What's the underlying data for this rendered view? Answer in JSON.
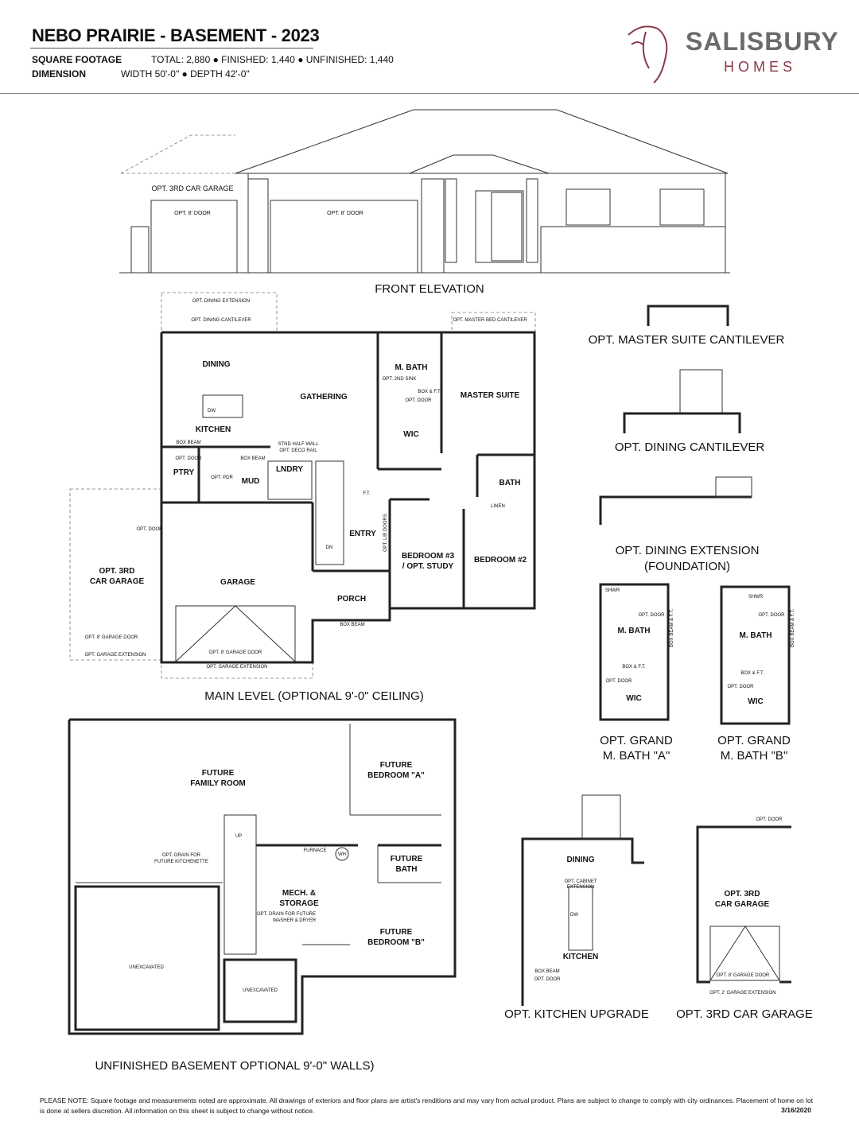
{
  "header": {
    "title": "NEBO PRAIRIE - BASEMENT - 2023",
    "square_footage_label": "SQUARE FOOTAGE",
    "square_footage_value": "TOTAL: 2,880 ● FINISHED: 1,440 ● UNFINISHED: 1,440",
    "dimension_label": "DIMENSION",
    "dimension_value": "WIDTH 50'-0\" ● DEPTH 42'-0\""
  },
  "logo": {
    "name": "SALISBURY",
    "sub": "HOMES",
    "brand_color": "#8a3a48"
  },
  "front_elevation": {
    "caption": "FRONT ELEVATION",
    "labels": {
      "third_car": "OPT. 3RD CAR GARAGE",
      "door1": "OPT. 8' DOOR",
      "door2": "OPT. 8' DOOR"
    }
  },
  "main_level": {
    "caption": "MAIN LEVEL (OPTIONAL 9'-0\" CEILING)",
    "rooms": {
      "dining": "DINING",
      "kitchen": "KITCHEN",
      "gathering": "GATHERING",
      "mbath": "M. BATH",
      "master": "MASTER SUITE",
      "wic": "WIC",
      "ptry": "PTRY",
      "mud": "MUD",
      "lndry": "LNDRY",
      "bath": "BATH",
      "entry": "ENTRY",
      "bed3": "BEDROOM #3",
      "bed3b": "/ OPT. STUDY",
      "bed2": "BEDROOM #2",
      "garage": "GARAGE",
      "porch": "PORCH",
      "car3": "OPT. 3RD",
      "car3b": "CAR GARAGE"
    },
    "notes": {
      "din_ext": "OPT. DINING EXTENSION",
      "din_cant": "OPT. DINING CANTILEVER",
      "mb_cant": "OPT. MASTER BED CANTILEVER",
      "sink2": "OPT. 2ND SINK",
      "boxft": "BOX & F.T.",
      "optdoor": "OPT. DOOR",
      "dw": "DW",
      "boxbeam": "BOX BEAM",
      "halfwall": "STND HALF WALL",
      "decorail": "OPT. DECO RAIL",
      "pdr": "OPT. PDR",
      "ft": "F.T.",
      "linen": "LINEN",
      "dn": "DN",
      "lbdoors": "OPT. L/B DOORS",
      "gdoor": "OPT. 8' GARAGE DOOR",
      "gext": "OPT. GARAGE EXTENSION"
    }
  },
  "basement": {
    "caption": "UNFINISHED BASEMENT OPTIONAL 9'-0\" WALLS)",
    "rooms": {
      "family1": "FUTURE",
      "family2": "FAMILY ROOM",
      "bedA1": "FUTURE",
      "bedA2": "BEDROOM \"A\"",
      "bath1": "FUTURE",
      "bath2": "BATH",
      "mech1": "MECH. &",
      "mech2": "STORAGE",
      "bedB1": "FUTURE",
      "bedB2": "BEDROOM \"B\"",
      "unex1": "UNEXCAVATED",
      "unex2": "UNEXCAVATED"
    },
    "notes": {
      "up": "UP",
      "drain1": "OPT. DRAIN FOR",
      "drain2": "FUTURE KITCHENETTE",
      "furnace": "FURNACE",
      "wh": "WH",
      "drain3": "OPT. DRAIN FOR FUTURE",
      "drain4": "WASHER & DRYER"
    }
  },
  "options": {
    "master_cant": "OPT. MASTER SUITE CANTILEVER",
    "dining_cant": "OPT. DINING CANTILEVER",
    "dining_ext1": "OPT. DINING EXTENSION",
    "dining_ext2": "(FOUNDATION)",
    "grand_a1": "OPT. GRAND",
    "grand_a2": "M. BATH \"A\"",
    "grand_b1": "OPT. GRAND",
    "grand_b2": "M. BATH \"B\"",
    "shwr": "SHWR",
    "mbath": "M. BATH",
    "wic": "WIC",
    "boxft": "BOX & F.T.",
    "optdoor": "OPT. DOOR",
    "boxbeam": "BOX BEAM & F.T.",
    "kitchen_upgrade": "OPT. KITCHEN UPGRADE",
    "ku_dining": "DINING",
    "ku_kitchen": "KITCHEN",
    "ku_cab1": "OPT. CABINET",
    "ku_cab2": "EXTENSION",
    "ku_dw": "DW",
    "ku_boxbeam": "BOX BEAM",
    "third_car": "OPT. 3RD CAR GARAGE",
    "tc1": "OPT. 3RD",
    "tc2": "CAR GARAGE",
    "tc_door": "OPT. 8' GARAGE DOOR",
    "tc_ext": "OPT. 2' GARAGE EXTENSION"
  },
  "footer": {
    "note": "PLEASE NOTE: Square footage and measurements noted are approximate. All drawings of exteriors and floor plans are artist's renditions and may vary from actual product. Plans are subject to change to comply with city ordinances. Placement of home on lot is done at sellers discretion. All information on this sheet is subject to change without notice.",
    "date": "3/16/2020"
  }
}
